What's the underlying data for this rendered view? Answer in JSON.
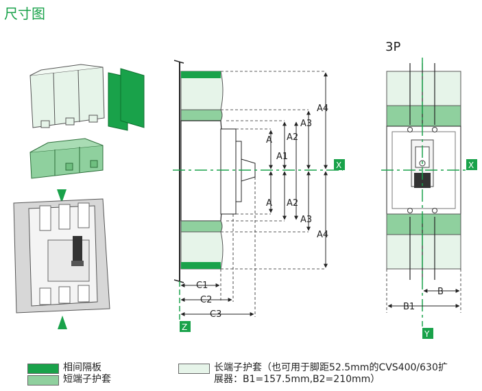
{
  "title": "尺寸图",
  "view_label": "3P",
  "dimensions": {
    "a": "A",
    "a1": "A1",
    "a2": "A2",
    "a3": "A3",
    "a4": "A4",
    "b": "B",
    "b1": "B1",
    "c1": "C1",
    "c2": "C2",
    "c3": "C3"
  },
  "axes": {
    "x": "X",
    "y": "Y",
    "z": "Z"
  },
  "legend": {
    "phase_barrier": "相间隔板",
    "short_cover": "短端子护套",
    "long_cover_line1": "长端子护套（也可用于脚距52.5mm的CVS400/630扩",
    "long_cover_line2": "展器：B1=157.5mm,B2=210mm）"
  },
  "colors": {
    "accent": "#19a24a",
    "dark_green": "#138a3c",
    "mid_green": "#8fd09e",
    "light_green": "#e6f4e9",
    "line": "#222222"
  }
}
